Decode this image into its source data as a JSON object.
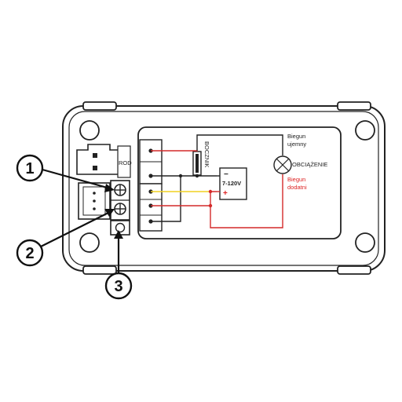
{
  "labels": {
    "rod_tag": "ROD",
    "shunt": "BOCZNIK",
    "neg_pole_line1": "Biegun",
    "neg_pole_line2": "ujemny",
    "load": "OBCIĄŻENIE",
    "pos_pole_line1": "Biegun",
    "pos_pole_line2": "dodatni",
    "supply_voltage": "7-120V",
    "minus_sign": "−",
    "plus_sign": "+"
  },
  "callouts": [
    {
      "number": "1"
    },
    {
      "number": "2"
    },
    {
      "number": "3"
    }
  ],
  "colors": {
    "outline": "#222222",
    "wire_red": "#d42a2a",
    "wire_yellow": "#f0d020",
    "wire_black": "#222222",
    "text_red": "#d42a2a"
  }
}
